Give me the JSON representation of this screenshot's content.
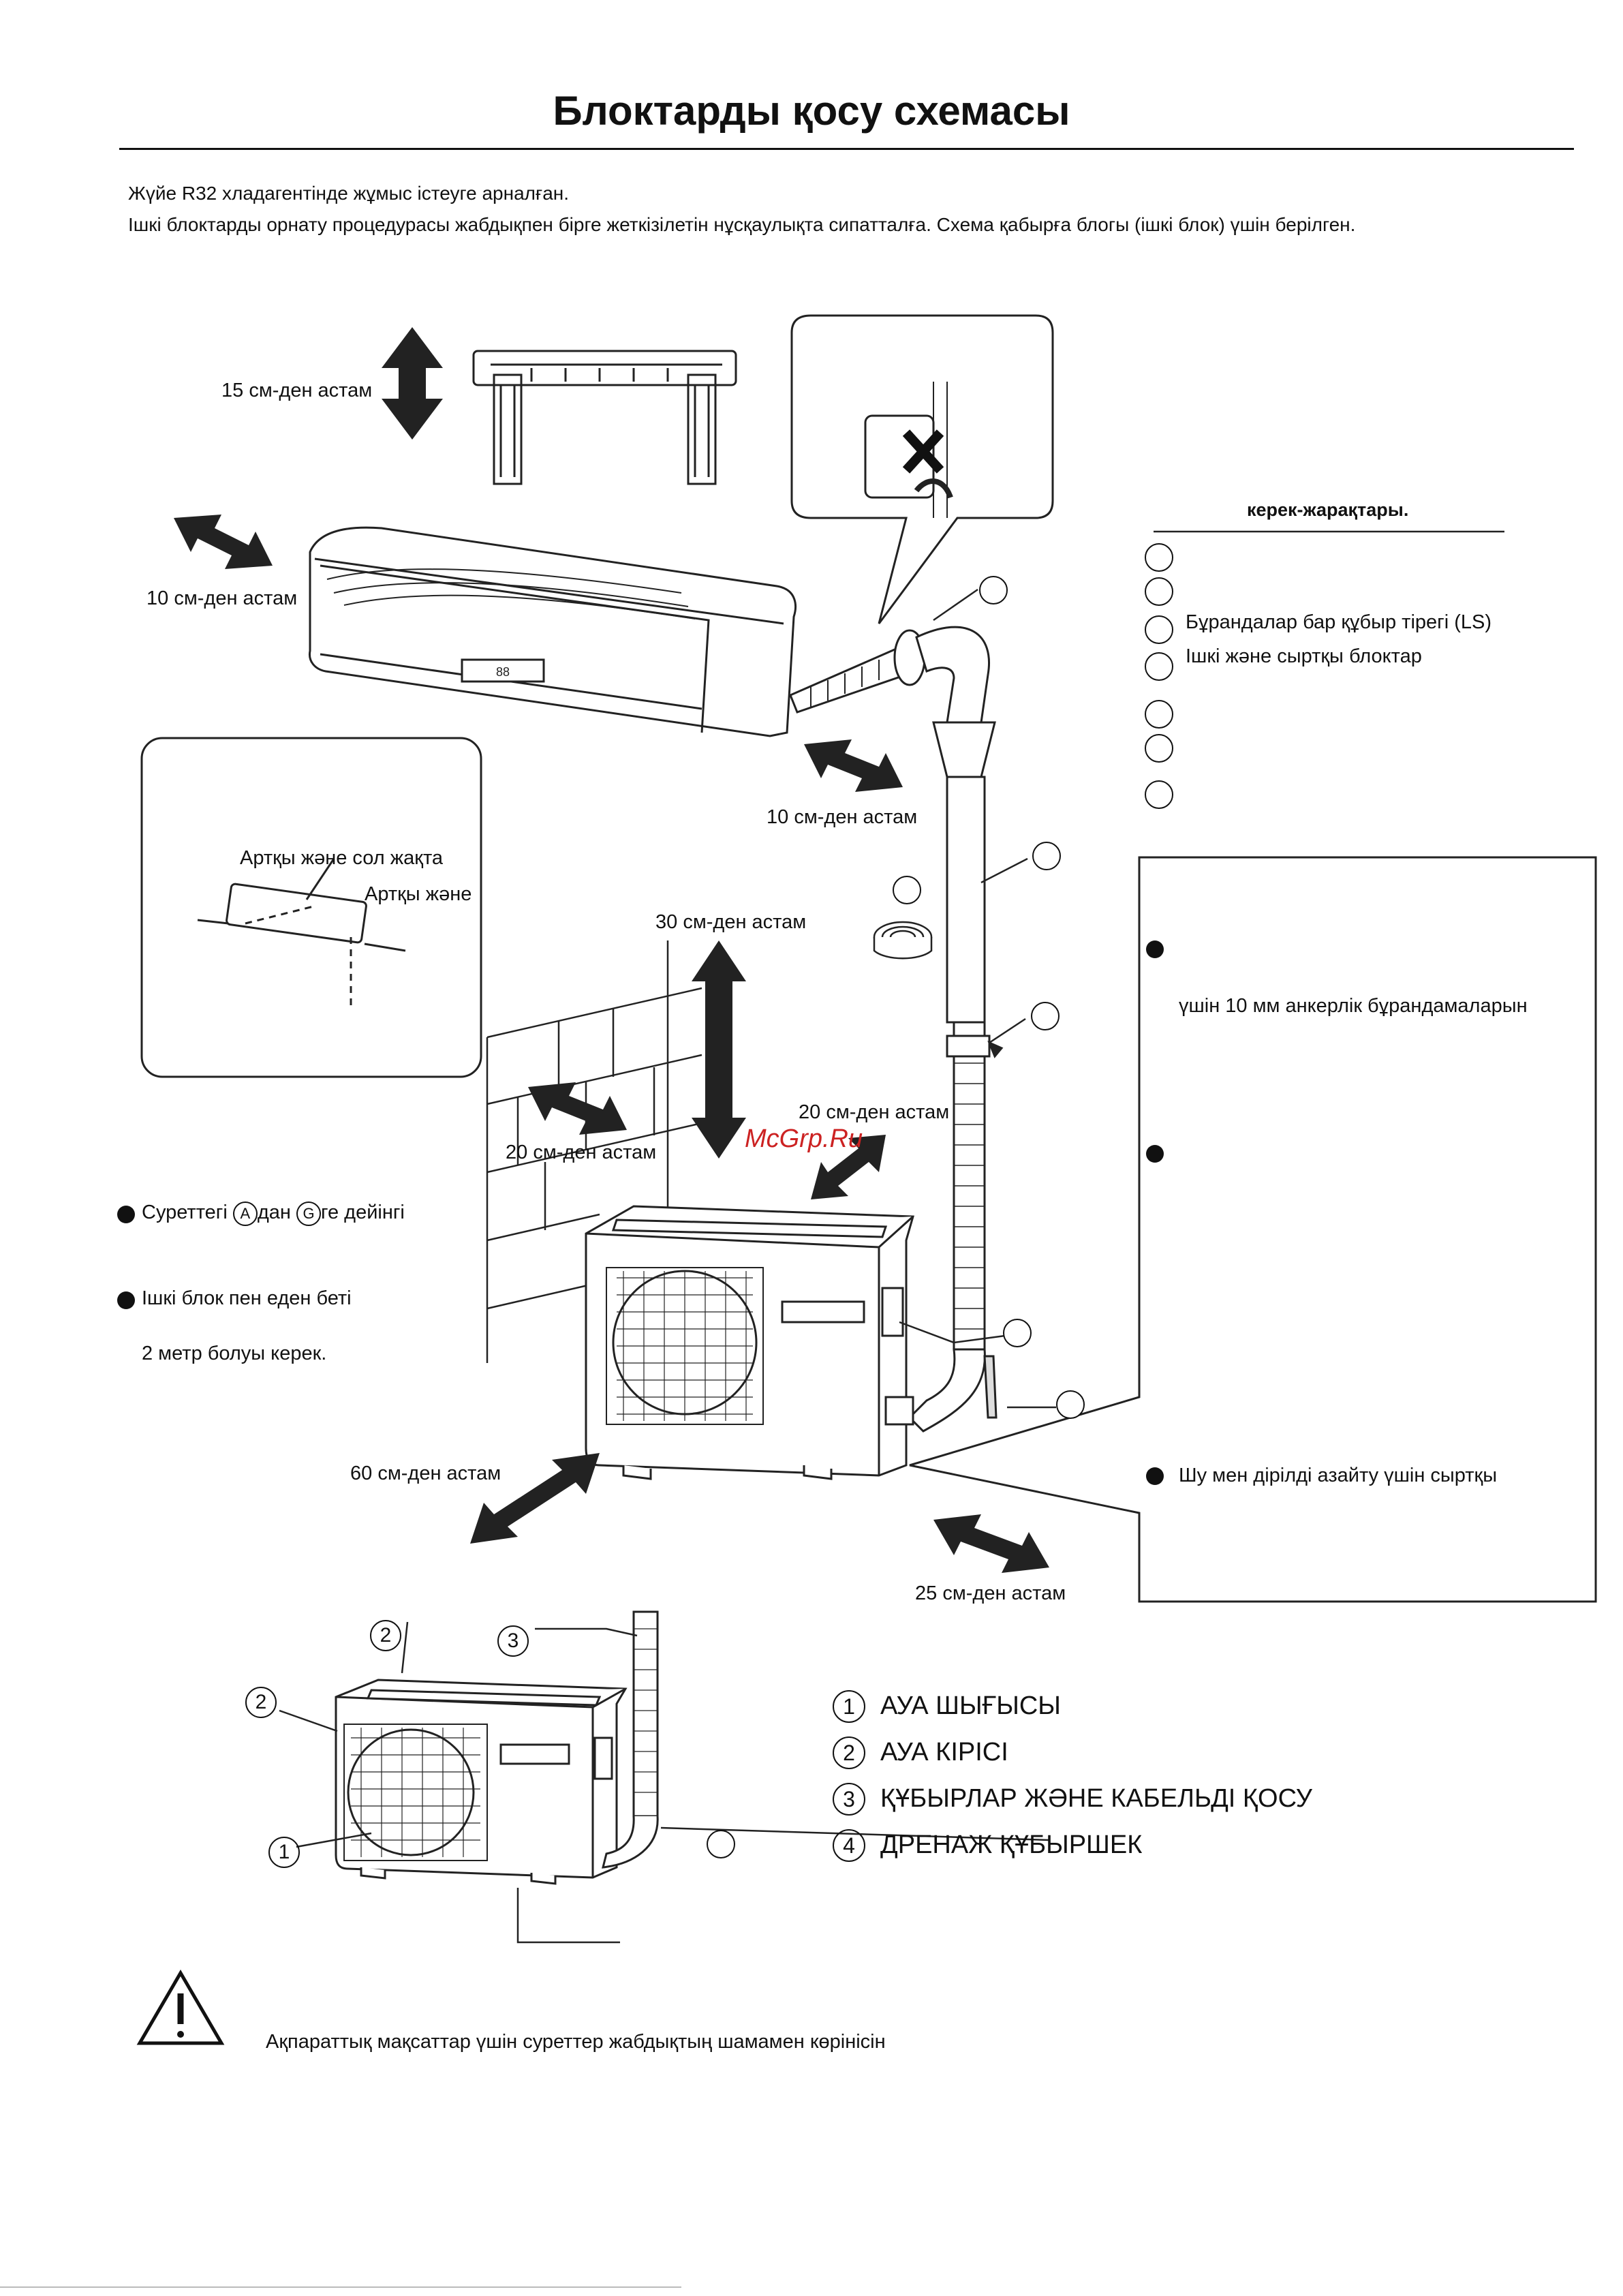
{
  "title": "Блоктарды қосу схемасы",
  "intro": {
    "line1": "Жүйе R32 хладагентінде жұмыс істеуге арналған.",
    "line2": "Ішкі блоктарды орнату процедурасы жабдықпен бірге жеткізілетін нұсқаулықта сипатталға. Схема қабырға блогы (ішкі блок) үшін берілген."
  },
  "clearances": {
    "top": "15 см-ден астам",
    "left_indoor": "10 см-ден астам",
    "right_indoor": "10 см-ден астам",
    "above_outdoor": "30 см-ден астам",
    "left_outdoor": "20 см-ден астам",
    "right_outdoor": "20 см-ден астам",
    "front_outdoor": "60 см-ден астам",
    "side_outdoor": "25 см-ден астам"
  },
  "piping_box": {
    "line1": "Артқы және сол жақта",
    "line2": "Артқы және"
  },
  "accessories": {
    "heading": "керек-жарақтары.",
    "items": [
      "",
      "",
      "Бұрандалар бар құбыр тірегі (LS)",
      "Ішкі және сыртқы блоктар",
      "",
      "",
      ""
    ]
  },
  "notes": {
    "install_bolts": "үшін 10 мм анкерлік бұрандамаларын",
    "vibration": "Шу мен дірілді азайту үшін сыртқы"
  },
  "left_notes": {
    "note1_prefix": "Суреттегі",
    "note1_a": "A",
    "note1_mid": "дан",
    "note1_g": "G",
    "note1_suffix": "ге дейінгі",
    "note2": "Ішкі блок пен еден беті",
    "note3": "2 метр болуы керек."
  },
  "watermark": "McGrp.Ru",
  "legend": [
    {
      "num": "1",
      "label": "АУА ШЫҒЫСЫ"
    },
    {
      "num": "2",
      "label": "АУА КІРІСІ"
    },
    {
      "num": "3",
      "label": "ҚҰБЫРЛАР ЖӘНЕ КАБЕЛЬДІ ҚОСУ"
    },
    {
      "num": "4",
      "label": "ДРЕНАЖ ҚҰБЫРШЕК"
    }
  ],
  "callouts": {
    "c1": "1",
    "c2a": "2",
    "c2b": "2",
    "c3": "3"
  },
  "indoor_display": "88",
  "warning": "Ақпараттық мақсаттар үшін суреттер жабдықтың шамамен көрінісін"
}
